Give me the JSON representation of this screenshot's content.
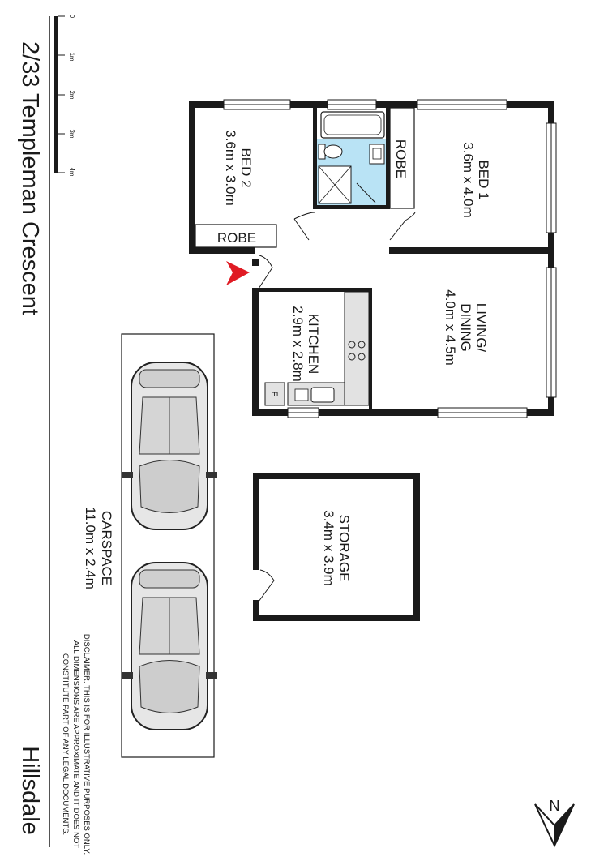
{
  "address": "2/33 Templeman Crescent",
  "suburb": "Hillsdale",
  "scale_bar": {
    "ticks": [
      "0",
      "1m",
      "2m",
      "3m",
      "4m"
    ]
  },
  "rooms": {
    "bed1": {
      "name": "BED 1",
      "dims": "3.6m x 4.0m"
    },
    "bed2": {
      "name": "BED 2",
      "dims": "3.6m x 3.0m"
    },
    "living": {
      "name_line1": "LIVING/",
      "name_line2": "DINING",
      "dims": "4.0m x 4.5m"
    },
    "kitchen": {
      "name": "KITCHEN",
      "dims": "2.9m x 2.8m"
    },
    "storage": {
      "name": "STORAGE",
      "dims": "3.4m x 3.9m"
    },
    "carspace": {
      "name": "CARSPACE",
      "dims": "11.0m x 2.4m"
    },
    "robe_bed2": "ROBE",
    "robe_bed1": "ROBE",
    "fridge": "F"
  },
  "disclaimer": {
    "line1": "DISCLAIMER: THIS IS FOR ILLUSTRATIVE PURPOSES ONLY.",
    "line2": "ALL DIMENSIONS ARE APPROXIMATE AND IT DOES NOT",
    "line3": "CONSTITUTE PART OF ANY LEGAL DOCUMENTS."
  },
  "compass": {
    "label": "N"
  },
  "colors": {
    "wall": "#1a1a1a",
    "bathroom": "#b9e3f5",
    "entry_arrow": "#e01b24",
    "bench": "#e2e2e2"
  }
}
